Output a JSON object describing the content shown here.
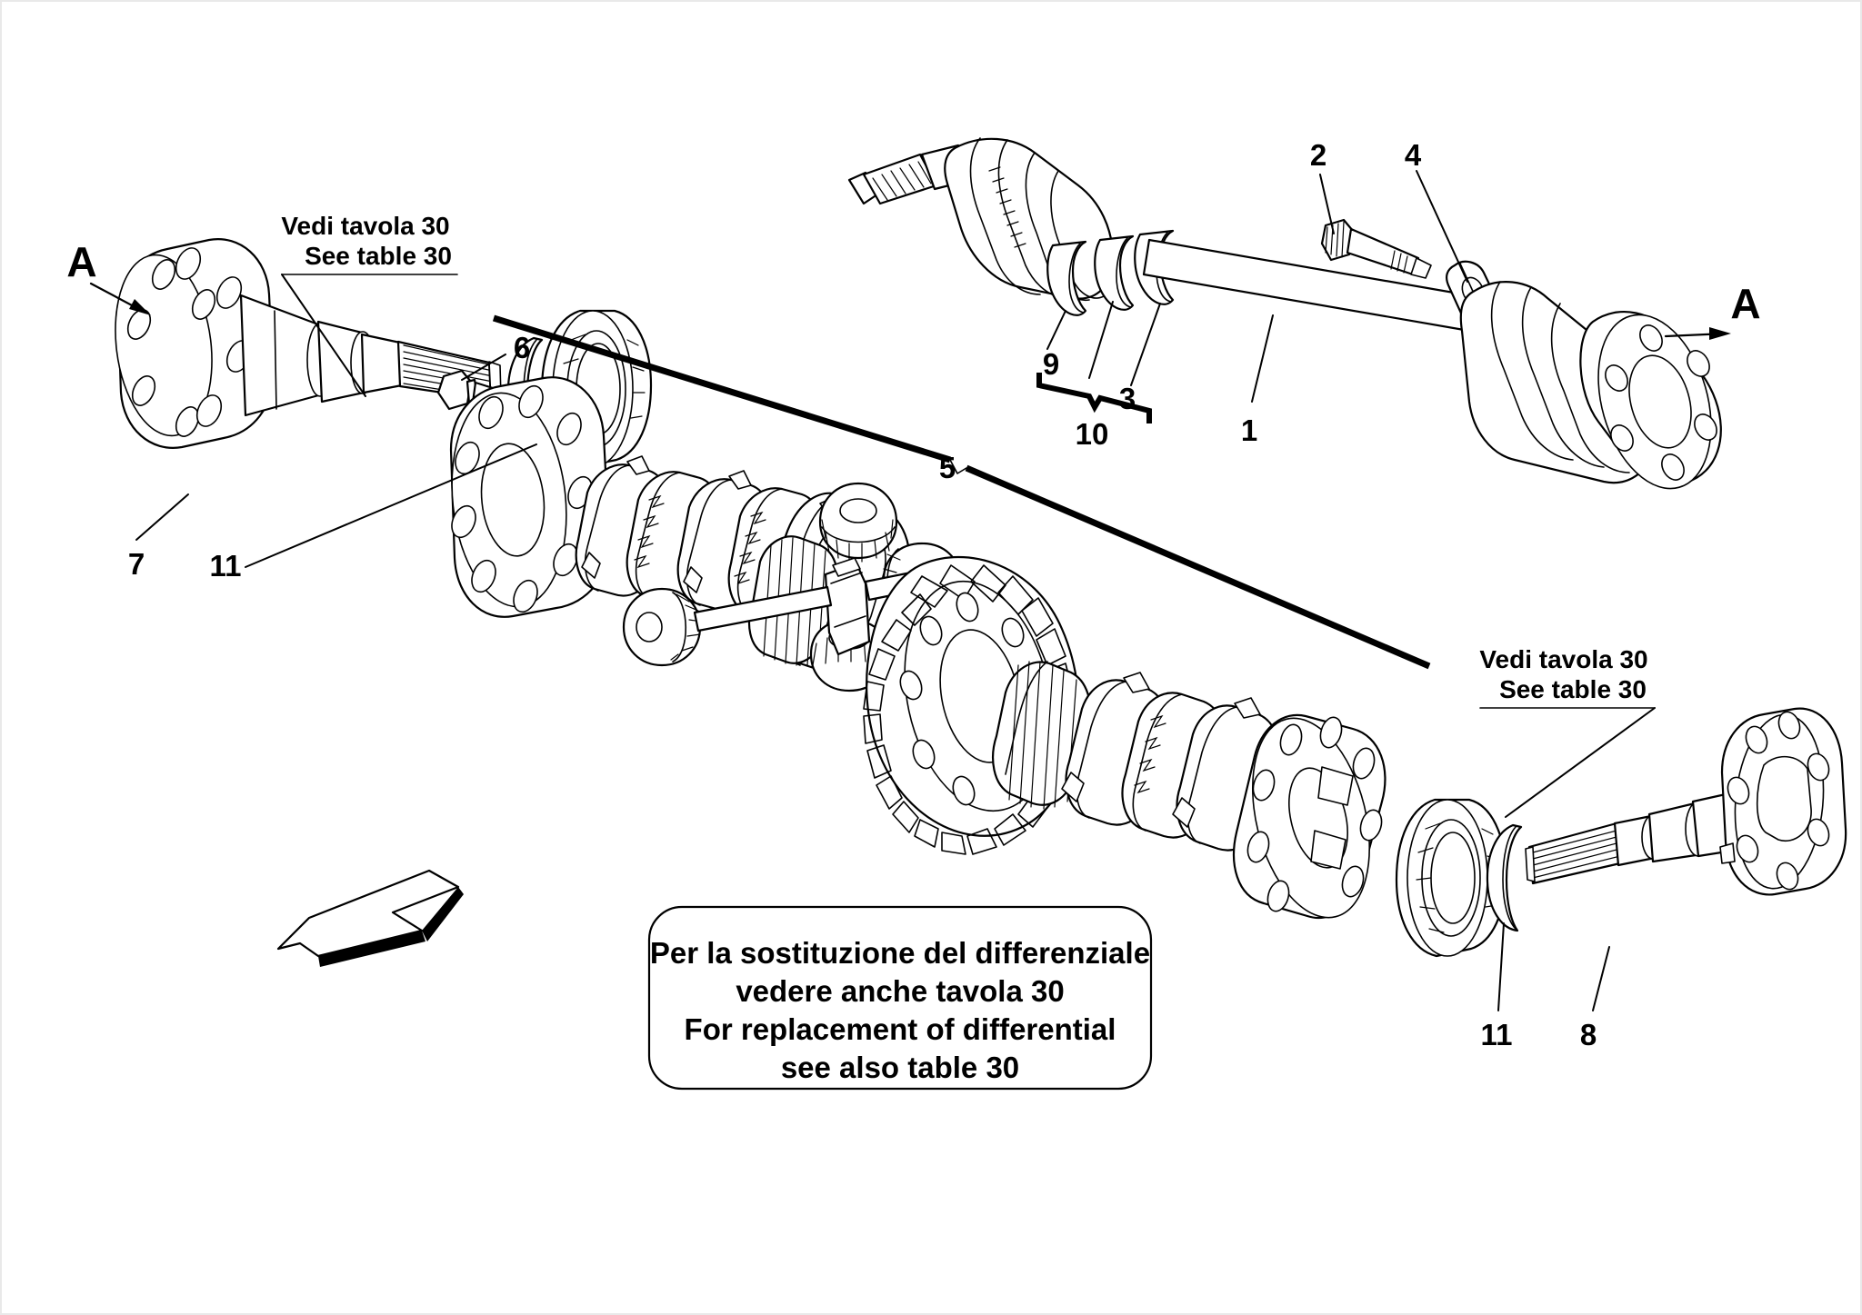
{
  "diagram": {
    "title": "Rear differential and drive shafts exploded view",
    "background_color": "#ffffff",
    "line_color": "#000000",
    "border_color": "#e9e9e9"
  },
  "section_markers": [
    {
      "name": "section-marker-left",
      "label": "A"
    },
    {
      "name": "section-marker-right",
      "label": "A"
    }
  ],
  "table_refs": [
    {
      "name": "table-ref-left",
      "line_it": "Vedi tavola 30",
      "line_en": "See table 30"
    },
    {
      "name": "table-ref-right",
      "line_it": "Vedi tavola 30",
      "line_en": "See table 30"
    }
  ],
  "callouts": [
    {
      "id": "1",
      "label": "1",
      "target": "drive-shaft-bar"
    },
    {
      "id": "2",
      "label": "2",
      "target": "hex-socket-bolt"
    },
    {
      "id": "3",
      "label": "3",
      "target": "boot-clamp-small"
    },
    {
      "id": "4",
      "label": "4",
      "target": "retaining-plate"
    },
    {
      "id": "5",
      "label": "5",
      "target": "differential-assembly"
    },
    {
      "id": "6",
      "label": "6",
      "target": "flange-bolt"
    },
    {
      "id": "7",
      "label": "7",
      "target": "left-output-flange-shaft"
    },
    {
      "id": "8",
      "label": "8",
      "target": "right-output-flange-shaft"
    },
    {
      "id": "9",
      "label": "9",
      "target": "boot-clamp-large"
    },
    {
      "id": "10",
      "label": "10",
      "target": "cv-joint-boot-kit"
    },
    {
      "id": "11",
      "label": "11",
      "target": "snap-ring-left"
    },
    {
      "id": "11b",
      "label": "11",
      "target": "snap-ring-right"
    }
  ],
  "note_box": {
    "name": "replacement-note",
    "lines": [
      "Per la sostituzione del differenziale",
      "vedere anche tavola 30",
      "For replacement of differential",
      "see  also table 30"
    ]
  },
  "direction_arrow": {
    "name": "orientation-arrow",
    "description": "hollow 3D arrow pointing down-left"
  },
  "parts": [
    {
      "name": "left-output-flange-shaft",
      "callout": "7"
    },
    {
      "name": "snap-ring-left",
      "callout": "11"
    },
    {
      "name": "left-taper-bearing",
      "callout": ""
    },
    {
      "name": "flange-bolt",
      "callout": "6"
    },
    {
      "name": "differential-carrier",
      "callout": "5"
    },
    {
      "name": "clutch-pack-left",
      "callout": ""
    },
    {
      "name": "side-gear-left",
      "callout": ""
    },
    {
      "name": "spider-gear-upper",
      "callout": ""
    },
    {
      "name": "spider-gear-left",
      "callout": ""
    },
    {
      "name": "spider-gear-right",
      "callout": ""
    },
    {
      "name": "spider-gear-lower",
      "callout": ""
    },
    {
      "name": "cross-pin",
      "callout": ""
    },
    {
      "name": "crown-ring-gear",
      "callout": ""
    },
    {
      "name": "side-gear-right",
      "callout": ""
    },
    {
      "name": "clutch-pack-right",
      "callout": ""
    },
    {
      "name": "differential-cover-right",
      "callout": ""
    },
    {
      "name": "right-taper-bearing",
      "callout": ""
    },
    {
      "name": "snap-ring-right",
      "callout": "11"
    },
    {
      "name": "right-output-flange-shaft",
      "callout": "8"
    },
    {
      "name": "cv-joint-boot-kit",
      "callout": "10"
    },
    {
      "name": "boot-clamp-large",
      "callout": "9"
    },
    {
      "name": "boot-clamp-small",
      "callout": "3"
    },
    {
      "name": "drive-shaft-bar",
      "callout": "1"
    },
    {
      "name": "hex-socket-bolt",
      "callout": "2"
    },
    {
      "name": "retaining-plate",
      "callout": "4"
    },
    {
      "name": "outer-cv-joint-flange",
      "callout": ""
    }
  ]
}
